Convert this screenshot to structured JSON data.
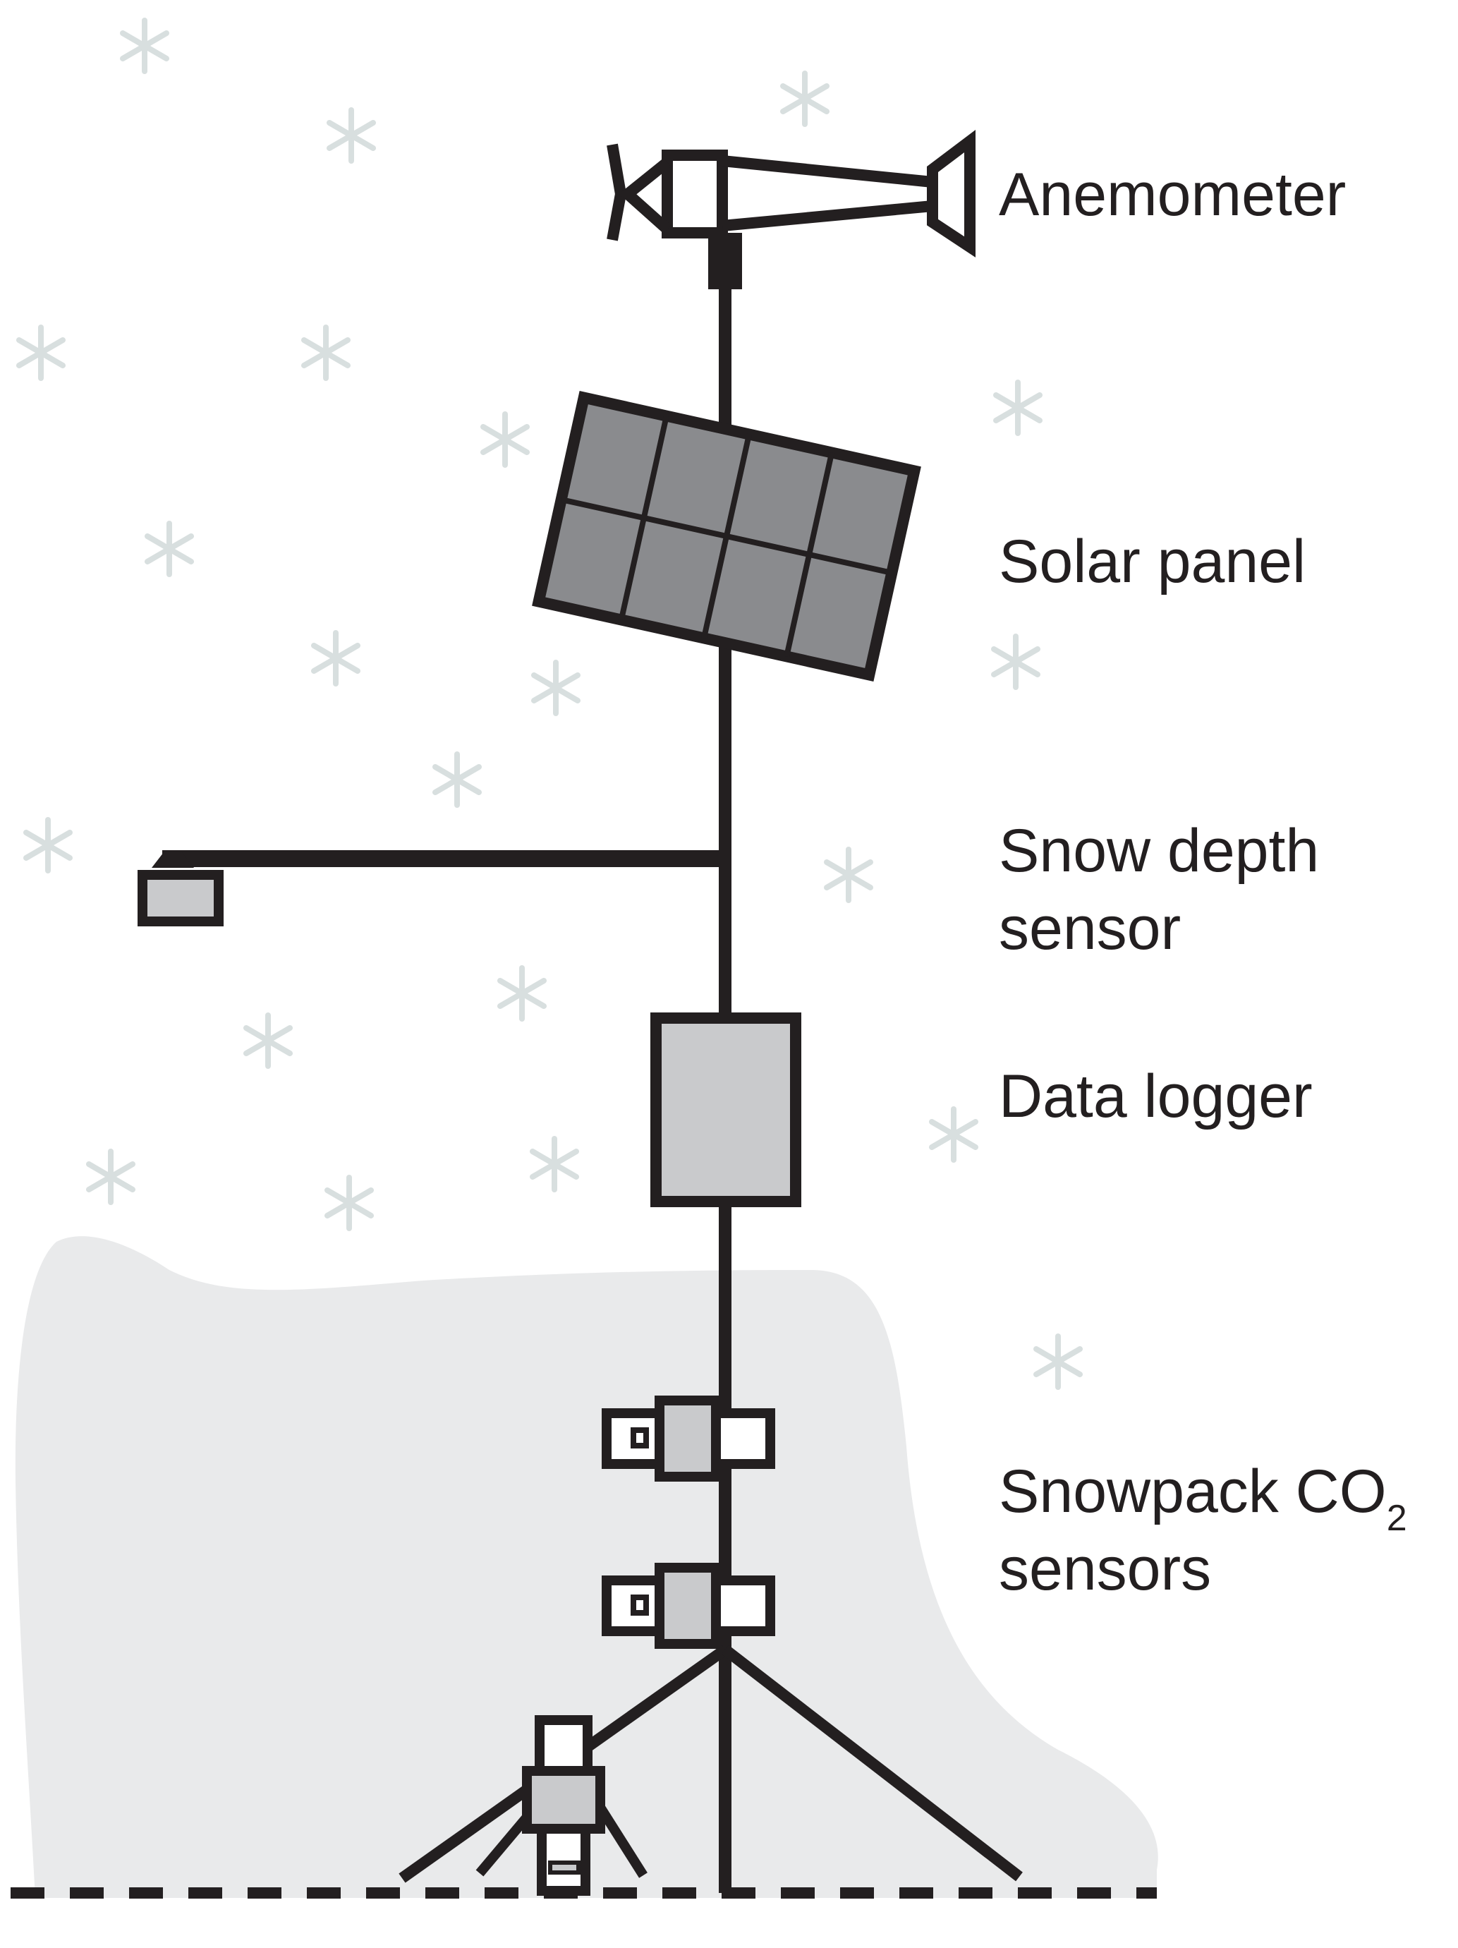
{
  "labels": {
    "anemometer": "Anemometer",
    "solar_panel": "Solar panel",
    "snow_depth_line1": "Snow depth",
    "snow_depth_line2": "sensor",
    "data_logger": "Data logger",
    "snowpack_line1": "Snowpack CO",
    "snowpack_subscript": "2",
    "snowpack_line2": "sensors"
  },
  "colors": {
    "stroke": "#231f20",
    "snowpack": "#e9eaeb",
    "snowflake": "#d8dfdf",
    "solar_panel_fill": "#8a8b8e",
    "box_fill": "#c9cacc"
  }
}
